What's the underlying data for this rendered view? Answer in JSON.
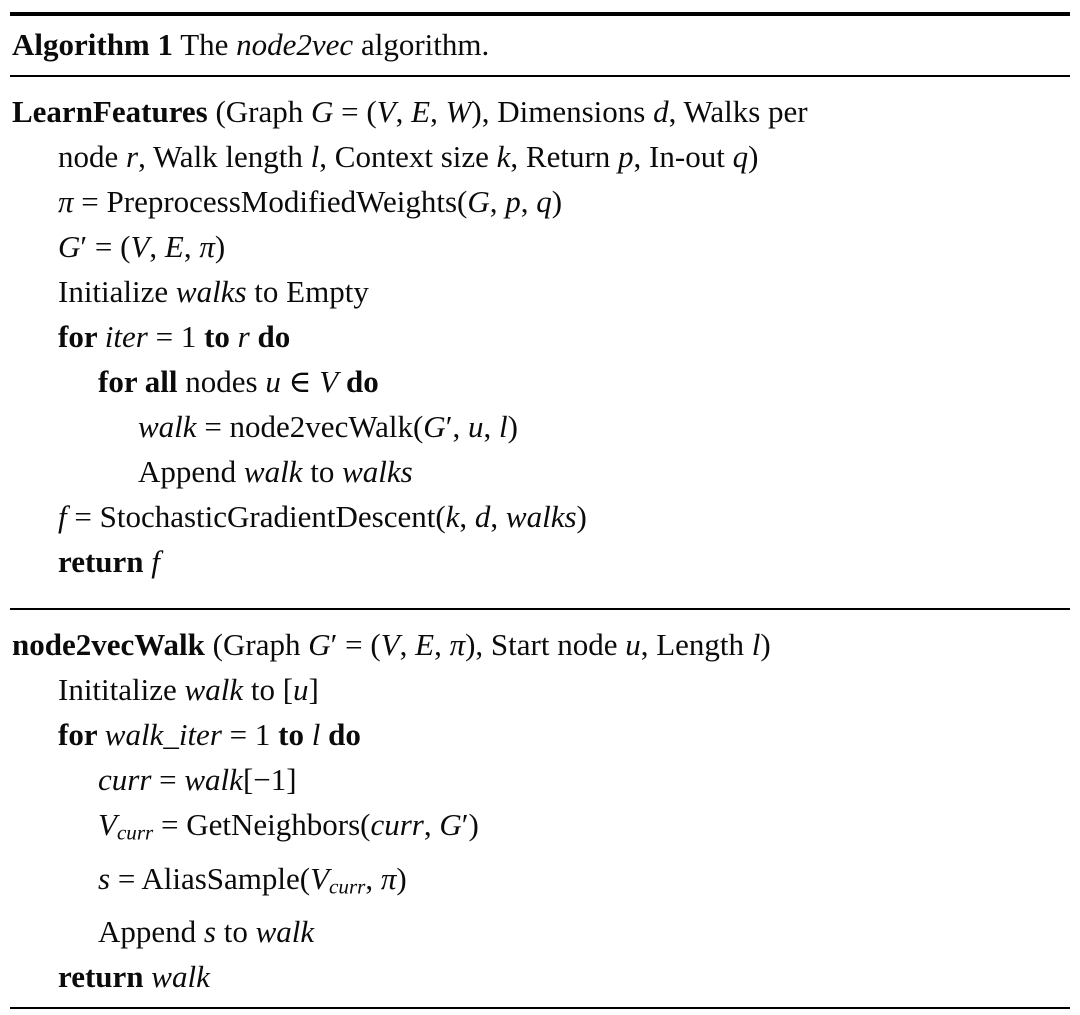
{
  "page": {
    "background": "#ffffff",
    "text_color": "#0b0b0b",
    "rule_color": "#000000"
  },
  "algorithm": {
    "caption": {
      "segments": [
        {
          "t": "Algorithm 1",
          "s": "b"
        },
        {
          "t": " The ",
          "s": "r"
        },
        {
          "t": "node2vec",
          "s": "i"
        },
        {
          "t": " algorithm.",
          "s": "r"
        }
      ]
    },
    "blocks": [
      {
        "name": "LearnFeatures",
        "lines": [
          {
            "indent": 0,
            "segments": [
              {
                "t": "LearnFeatures",
                "s": "b"
              },
              {
                "t": " (Graph ",
                "s": "r"
              },
              {
                "t": "G",
                "s": "i"
              },
              {
                "t": " = (",
                "s": "r"
              },
              {
                "t": "V",
                "s": "i"
              },
              {
                "t": ", ",
                "s": "r"
              },
              {
                "t": "E",
                "s": "i"
              },
              {
                "t": ", ",
                "s": "r"
              },
              {
                "t": "W",
                "s": "i"
              },
              {
                "t": "), Dimensions ",
                "s": "r"
              },
              {
                "t": "d",
                "s": "i"
              },
              {
                "t": ", Walks per",
                "s": "r"
              }
            ]
          },
          {
            "indent": 1,
            "segments": [
              {
                "t": "node ",
                "s": "r"
              },
              {
                "t": "r",
                "s": "i"
              },
              {
                "t": ", Walk length ",
                "s": "r"
              },
              {
                "t": "l",
                "s": "i"
              },
              {
                "t": ", Context size ",
                "s": "r"
              },
              {
                "t": "k",
                "s": "i"
              },
              {
                "t": ", Return ",
                "s": "r"
              },
              {
                "t": "p",
                "s": "i"
              },
              {
                "t": ", In-out ",
                "s": "r"
              },
              {
                "t": "q",
                "s": "i"
              },
              {
                "t": ")",
                "s": "r"
              }
            ]
          },
          {
            "indent": 1,
            "segments": [
              {
                "t": "π",
                "s": "i"
              },
              {
                "t": " = PreprocessModifiedWeights(",
                "s": "r"
              },
              {
                "t": "G",
                "s": "i"
              },
              {
                "t": ", ",
                "s": "r"
              },
              {
                "t": "p",
                "s": "i"
              },
              {
                "t": ", ",
                "s": "r"
              },
              {
                "t": "q",
                "s": "i"
              },
              {
                "t": ")",
                "s": "r"
              }
            ]
          },
          {
            "indent": 1,
            "segments": [
              {
                "t": "G",
                "s": "i"
              },
              {
                "t": "′ = (",
                "s": "r"
              },
              {
                "t": "V",
                "s": "i"
              },
              {
                "t": ", ",
                "s": "r"
              },
              {
                "t": "E",
                "s": "i"
              },
              {
                "t": ", ",
                "s": "r"
              },
              {
                "t": "π",
                "s": "i"
              },
              {
                "t": ")",
                "s": "r"
              }
            ]
          },
          {
            "indent": 1,
            "segments": [
              {
                "t": "Initialize ",
                "s": "r"
              },
              {
                "t": "walks",
                "s": "i"
              },
              {
                "t": " to Empty",
                "s": "r"
              }
            ]
          },
          {
            "indent": 1,
            "segments": [
              {
                "t": "for ",
                "s": "b"
              },
              {
                "t": "iter",
                "s": "i"
              },
              {
                "t": " = 1 ",
                "s": "r"
              },
              {
                "t": "to ",
                "s": "b"
              },
              {
                "t": "r",
                "s": "i"
              },
              {
                "t": " ",
                "s": "r"
              },
              {
                "t": "do",
                "s": "b"
              }
            ]
          },
          {
            "indent": 2,
            "segments": [
              {
                "t": "for all ",
                "s": "b"
              },
              {
                "t": "nodes ",
                "s": "r"
              },
              {
                "t": "u",
                "s": "i"
              },
              {
                "t": " ∈ ",
                "s": "r"
              },
              {
                "t": "V",
                "s": "i"
              },
              {
                "t": " ",
                "s": "r"
              },
              {
                "t": "do",
                "s": "b"
              }
            ]
          },
          {
            "indent": 3,
            "segments": [
              {
                "t": "walk",
                "s": "i"
              },
              {
                "t": " = node2vecWalk(",
                "s": "r"
              },
              {
                "t": "G",
                "s": "i"
              },
              {
                "t": "′, ",
                "s": "r"
              },
              {
                "t": "u",
                "s": "i"
              },
              {
                "t": ", ",
                "s": "r"
              },
              {
                "t": "l",
                "s": "i"
              },
              {
                "t": ")",
                "s": "r"
              }
            ]
          },
          {
            "indent": 3,
            "segments": [
              {
                "t": "Append ",
                "s": "r"
              },
              {
                "t": "walk",
                "s": "i"
              },
              {
                "t": " to ",
                "s": "r"
              },
              {
                "t": "walks",
                "s": "i"
              }
            ]
          },
          {
            "indent": 1,
            "segments": [
              {
                "t": "f",
                "s": "i"
              },
              {
                "t": " = StochasticGradientDescent(",
                "s": "r"
              },
              {
                "t": "k",
                "s": "i"
              },
              {
                "t": ", ",
                "s": "r"
              },
              {
                "t": "d",
                "s": "i"
              },
              {
                "t": ", ",
                "s": "r"
              },
              {
                "t": "walks",
                "s": "i"
              },
              {
                "t": ")",
                "s": "r"
              }
            ]
          },
          {
            "indent": 1,
            "segments": [
              {
                "t": "return ",
                "s": "b"
              },
              {
                "t": "f",
                "s": "i"
              }
            ]
          }
        ]
      },
      {
        "name": "node2vecWalk",
        "lines": [
          {
            "indent": 0,
            "segments": [
              {
                "t": "node2vecWalk",
                "s": "b"
              },
              {
                "t": " (Graph ",
                "s": "r"
              },
              {
                "t": "G",
                "s": "i"
              },
              {
                "t": "′ = (",
                "s": "r"
              },
              {
                "t": "V",
                "s": "i"
              },
              {
                "t": ", ",
                "s": "r"
              },
              {
                "t": "E",
                "s": "i"
              },
              {
                "t": ", ",
                "s": "r"
              },
              {
                "t": "π",
                "s": "i"
              },
              {
                "t": "), Start node ",
                "s": "r"
              },
              {
                "t": "u",
                "s": "i"
              },
              {
                "t": ", Length ",
                "s": "r"
              },
              {
                "t": "l",
                "s": "i"
              },
              {
                "t": ")",
                "s": "r"
              }
            ]
          },
          {
            "indent": 1,
            "segments": [
              {
                "t": "Inititalize ",
                "s": "r"
              },
              {
                "t": "walk",
                "s": "i"
              },
              {
                "t": " to [",
                "s": "r"
              },
              {
                "t": "u",
                "s": "i"
              },
              {
                "t": "]",
                "s": "r"
              }
            ]
          },
          {
            "indent": 1,
            "segments": [
              {
                "t": "for ",
                "s": "b"
              },
              {
                "t": "walk_iter",
                "s": "i"
              },
              {
                "t": " = 1 ",
                "s": "r"
              },
              {
                "t": "to ",
                "s": "b"
              },
              {
                "t": "l",
                "s": "i"
              },
              {
                "t": " ",
                "s": "r"
              },
              {
                "t": "do",
                "s": "b"
              }
            ]
          },
          {
            "indent": 2,
            "segments": [
              {
                "t": "curr",
                "s": "i"
              },
              {
                "t": " = ",
                "s": "r"
              },
              {
                "t": "walk",
                "s": "i"
              },
              {
                "t": "[−1]",
                "s": "r"
              }
            ]
          },
          {
            "indent": 2,
            "segments": [
              {
                "t": "V",
                "s": "i"
              },
              {
                "t": "curr",
                "s": "is"
              },
              {
                "t": " = GetNeighbors(",
                "s": "r"
              },
              {
                "t": "curr",
                "s": "i"
              },
              {
                "t": ", ",
                "s": "r"
              },
              {
                "t": "G",
                "s": "i"
              },
              {
                "t": "′)",
                "s": "r"
              }
            ]
          },
          {
            "indent": 2,
            "segments": [
              {
                "t": "s",
                "s": "i"
              },
              {
                "t": " = AliasSample(",
                "s": "r"
              },
              {
                "t": "V",
                "s": "i"
              },
              {
                "t": "curr",
                "s": "is"
              },
              {
                "t": ", ",
                "s": "r"
              },
              {
                "t": "π",
                "s": "i"
              },
              {
                "t": ")",
                "s": "r"
              }
            ]
          },
          {
            "indent": 2,
            "segments": [
              {
                "t": "Append ",
                "s": "r"
              },
              {
                "t": "s",
                "s": "i"
              },
              {
                "t": " to ",
                "s": "r"
              },
              {
                "t": "walk",
                "s": "i"
              }
            ]
          },
          {
            "indent": 1,
            "segments": [
              {
                "t": "return ",
                "s": "b"
              },
              {
                "t": "walk",
                "s": "i"
              }
            ]
          }
        ]
      }
    ]
  }
}
